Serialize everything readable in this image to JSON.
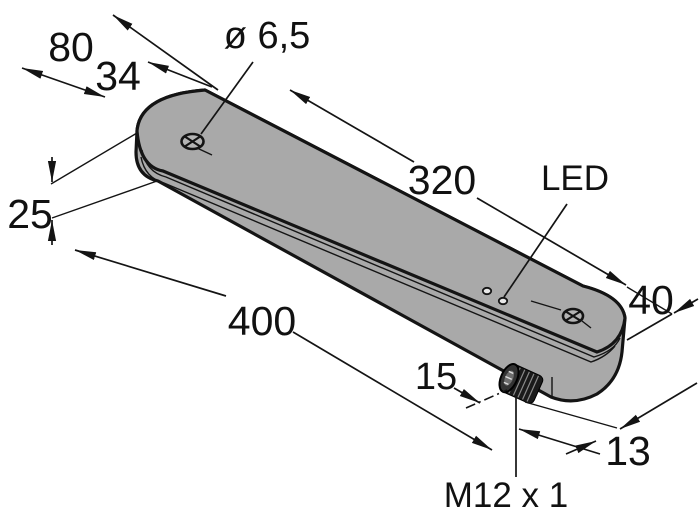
{
  "drawing": {
    "kind": "technical dimension drawing",
    "subject": "elongated rounded sensor housing with mounting holes, LED indicator and M12 connector",
    "colors": {
      "body_fill": "#a9a9a9",
      "line": "#141414",
      "background": "#ffffff",
      "connector_fill": "#1a1a1a"
    },
    "labels": {
      "dim_80": "80",
      "dim_34": "34",
      "hole_diameter": "ø 6,5",
      "dim_320": "320",
      "led": "LED",
      "dim_25": "25",
      "dim_400": "400",
      "dim_40": "40",
      "dim_15": "15",
      "dim_13": "13",
      "thread": "M12 x 1"
    }
  }
}
